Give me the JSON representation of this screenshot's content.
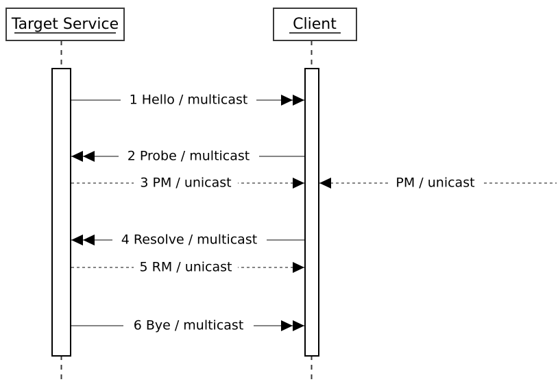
{
  "diagram": {
    "type": "uml-sequence-diagram",
    "background_color": "#ffffff",
    "line_color": "#3a3a3a",
    "text_color": "#000000",
    "participants": [
      {
        "id": "target-service",
        "label": "Target Service"
      },
      {
        "id": "client",
        "label": "Client"
      }
    ],
    "messages": [
      {
        "id": "msg-hello",
        "number": "1",
        "text": "1 Hello / multicast",
        "kind": "multicast",
        "style": "solid",
        "direction": "right",
        "arrowheads": 2
      },
      {
        "id": "msg-probe",
        "number": "2",
        "text": "2 Probe / multicast",
        "kind": "multicast",
        "style": "solid",
        "direction": "left",
        "arrowheads": 2
      },
      {
        "id": "msg-pm",
        "number": "3",
        "text": "3 PM / unicast",
        "kind": "unicast",
        "style": "dashed",
        "direction": "right",
        "arrowheads": 1
      },
      {
        "id": "msg-pm-external",
        "number": "",
        "text": "PM / unicast",
        "kind": "unicast",
        "style": "dashed",
        "direction": "left",
        "arrowheads": 1
      },
      {
        "id": "msg-resolve",
        "number": "4",
        "text": "4 Resolve / multicast",
        "kind": "multicast",
        "style": "solid",
        "direction": "left",
        "arrowheads": 2
      },
      {
        "id": "msg-rm",
        "number": "5",
        "text": "5 RM / unicast",
        "kind": "unicast",
        "style": "dashed",
        "direction": "right",
        "arrowheads": 1
      },
      {
        "id": "msg-bye",
        "number": "6",
        "text": "6 Bye / multicast",
        "kind": "multicast",
        "style": "solid",
        "direction": "right",
        "arrowheads": 2
      }
    ]
  }
}
